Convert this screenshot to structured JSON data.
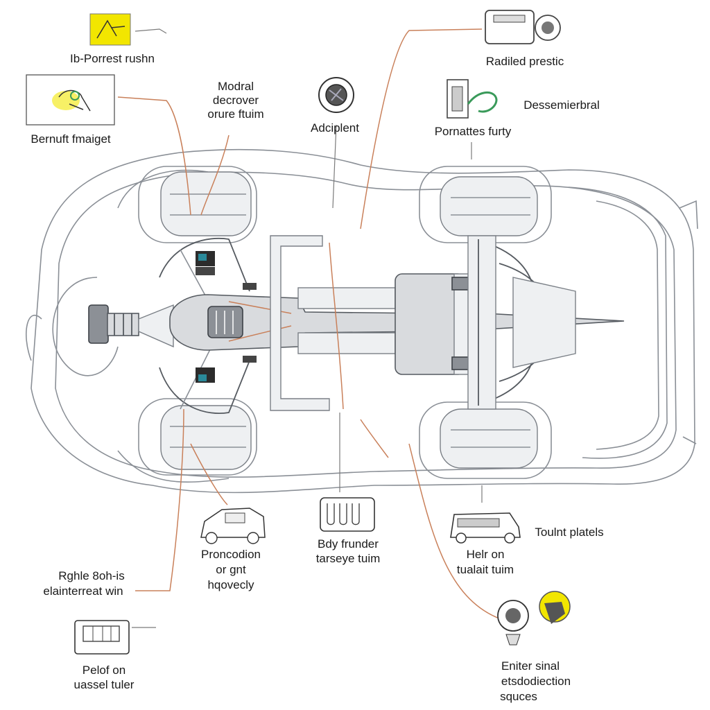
{
  "labels": {
    "porrest_rushn": "Ib-Porrest rushn",
    "modral_l1": "Modral",
    "modral_l2": "decrover",
    "modral_l3": "orure ftuim",
    "bernuft": "Bernuft fmaiget",
    "adciplent": "Adciplent",
    "radiled": "Radiled prestic",
    "dessemerbral": "Dessemierbral",
    "pornattes": "Pornattes furty",
    "toulnt": "Toulnt platels",
    "helr_l1": "Helr on",
    "helr_l2": "tualait tuim",
    "body_l1": "Bdy frunder",
    "body_l2": "tarseye tuim",
    "pronc_l1": "Proncodion",
    "pronc_l2": "or gnt",
    "pronc_l3": "hqovecly",
    "rghle_l1": "Rghle 8oh-is",
    "rghle_l2": "elainterreat win",
    "pelof_l1": "Pelof on",
    "pelof_l2": "uassel tuler",
    "enter_l1": "Eniter sinal",
    "enter_l2": "etsdodiection",
    "enter_l3": "squces"
  },
  "icons": {
    "top_left": "warning-tool-icon",
    "left": "component-detail-icon",
    "top_center": "sensor-round-icon",
    "top_right": "machine-unit-icon",
    "right_upper": "fuse-module-icon",
    "right_lower": "vehicle-side-icon",
    "center_lower": "filter-block-icon",
    "left_lower": "car-sketch-icon",
    "bottom_left": "panel-box-icon",
    "bottom_right": "camera-device-icon"
  },
  "colors": {
    "leader": "#c9805a",
    "accent_yellow": "#f2e600",
    "accent_green": "#3a9a5a",
    "accent_teal": "#2a8a9a"
  }
}
